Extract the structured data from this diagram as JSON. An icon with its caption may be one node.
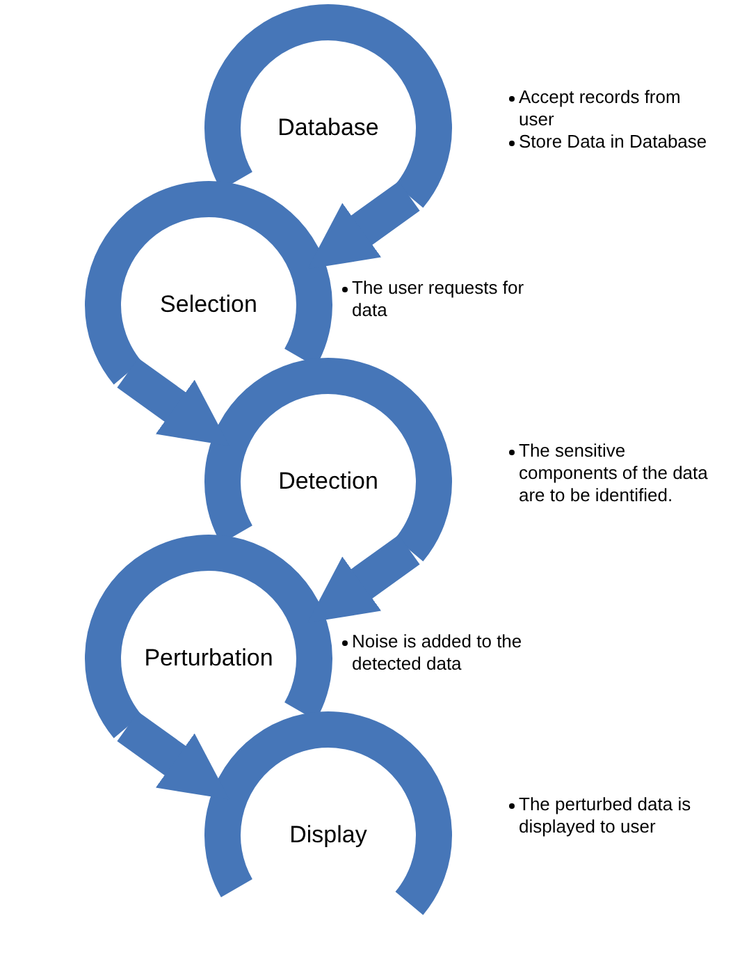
{
  "diagram": {
    "nodes": [
      {
        "text": [
          "Database"
        ],
        "beside": [
          "Accept records from user",
          "Store Data in Database"
        ]
      },
      {
        "text": [
          "Selection"
        ],
        "beside": [
          "The user requests for data"
        ]
      },
      {
        "text": [
          "Detection"
        ],
        "beside": [
          "The sensitive components of the data are to be identified."
        ]
      },
      {
        "text": [
          "Perturbation"
        ],
        "beside": [
          "Noise is added to the detected data"
        ]
      },
      {
        "text": [
          "Display"
        ],
        "beside": [
          "The perturbed data is displayed to user"
        ]
      }
    ],
    "edges": [
      {
        "from": 0,
        "to": 1,
        "arrow": "to"
      },
      {
        "from": 1,
        "to": 2,
        "arrow": "to"
      },
      {
        "from": 2,
        "to": 3,
        "arrow": "to"
      },
      {
        "from": 3,
        "to": 4,
        "arrow": "to"
      }
    ]
  }
}
